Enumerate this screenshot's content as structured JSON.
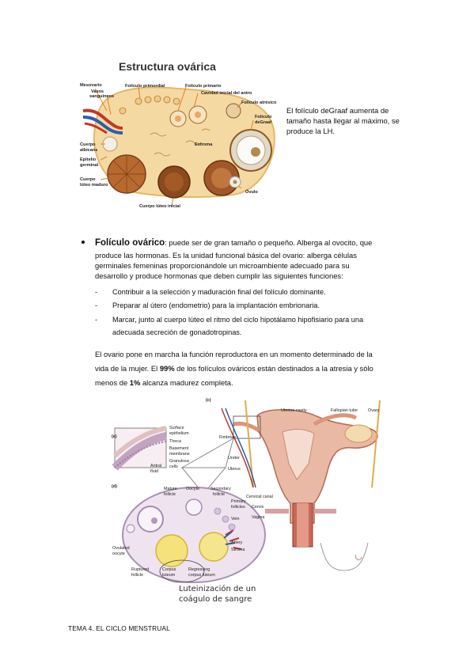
{
  "figure1": {
    "title": "Estructura ovárica",
    "labels": {
      "mesovario": "Mesovario",
      "vasos": "Vasos",
      "vasos2": "sanguíneos",
      "foliculo_primordial": "Folículo primordial",
      "foliculo_primario": "Folículo primario",
      "cavidad": "Cavidad inicial del antro",
      "atresico": "Folículo atrésico",
      "degraaf1": "Folículo",
      "degraaf2": "deGraaf",
      "estroma": "Estroma",
      "albicans1": "Cuerpo",
      "albicans2": "albicans",
      "epitelio1": "Epitelio",
      "epitelio2": "germinal",
      "luteo1": "Cuerpo",
      "luteo2": "lúteo maduro",
      "ovulo": "Óvulo",
      "luteo_inicial": "Cuerpo lúteo inicial"
    },
    "side_note": "El folículo deGraaf aumenta de tamaño hasta llegar al máximo, se produce la LH."
  },
  "section": {
    "term": "Folículo ovárico",
    "line1_rest": ": puede ser de gran tamaño o pequeño. Alberga al ovocito, que",
    "line2": "produce las hormonas. Es la unidad funcional básica del ovario: alberga células",
    "line3": "germinales femeninas proporcionándole un microambiente adecuado para su",
    "line4": "desarrollo y produce hormonas que deben cumplir las siguientes funciones:",
    "dash": "-",
    "item1": "Contribuir a la selección y maduración final del folículo dominante.",
    "item2": "Preparar al útero (endometrio) para la implantación embrionaria.",
    "item3a": "Marcar, junto al cuerpo lúteo el ritmo del ciclo hipotálamo hipofisiario para una",
    "item3b": "adecuada secreción de gonadotropinas.",
    "p2_line1": "El ovario pone en marcha la función reproductora en un momento determinado de la",
    "p2_line2_pre": "vida de la mujer. El ",
    "p2_pct1": "99%",
    "p2_line2_post": " de los folículos ováricos están destinados a la atresia y sólo",
    "p2_line3_pre": "menos de ",
    "p2_pct2": "1%",
    "p2_line3_post": " alcanza madurez completa."
  },
  "figure2": {
    "c": "(c)",
    "e": "(e)",
    "d": "(d)",
    "uterine_cavity": "Uterine cavity",
    "fallopian": "Fallopian tube",
    "ovary": "Ovary",
    "fimbriae": "Fimbriae",
    "ureter": "Ureter",
    "uterus": "Uterus",
    "cervical_canal": "Cervical canal",
    "cervix": "Cervix",
    "vagina": "Vagina",
    "surface1": "Surface",
    "surface2": "epithelium",
    "theca": "Theca",
    "basement1": "Basement",
    "basement2": "membrane",
    "granulosa1": "Granulosa",
    "granulosa2": "cells",
    "antral1": "Antral",
    "antral2": "fluid",
    "mature1": "Mature",
    "mature2": "follicle",
    "oocyte": "Oocyte",
    "secondary1": "Secondary",
    "secondary2": "follicle",
    "primary1": "Primary",
    "primary2": "follicles",
    "vein": "Vein",
    "artery": "Artery",
    "stroma": "Stroma",
    "ovulated1": "Ovulated",
    "ovulated2": "oocyte",
    "ruptured1": "Ruptured",
    "ruptured2": "follicle",
    "corpus1": "Corpus",
    "corpus2": "luteum",
    "regressing1": "Regressing",
    "regressing2": "corpus luteum",
    "hand1": "Luteinización de un",
    "hand2": "coágulo de sangre"
  },
  "footer": "TEMA 4. EL CICLO MENSTRUAL"
}
